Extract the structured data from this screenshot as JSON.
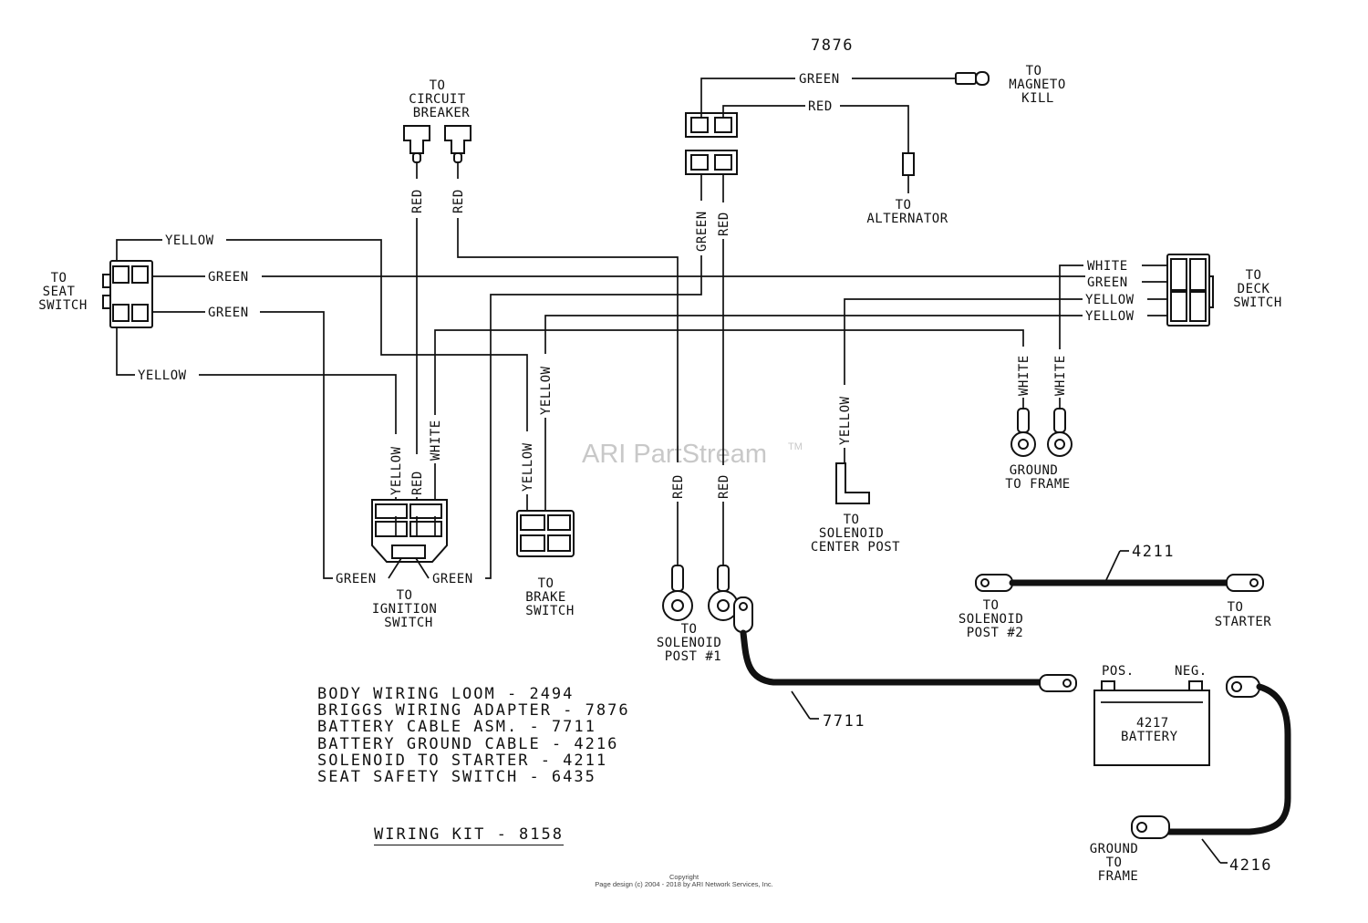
{
  "adapter_number": "7876",
  "wire_colors": {
    "green": "GREEN",
    "red": "RED",
    "yellow": "YELLOW",
    "white": "WHITE"
  },
  "destinations": {
    "magneto_kill": [
      "TO",
      "MAGNETO",
      "KILL"
    ],
    "circuit_breaker": [
      "TO",
      "CIRCUIT",
      "BREAKER"
    ],
    "alternator": [
      "TO",
      "ALTERNATOR"
    ],
    "seat_switch": [
      "TO",
      "SEAT",
      "SWITCH"
    ],
    "deck_switch": [
      "TO",
      "DECK",
      "SWITCH"
    ],
    "ground_to_frame": [
      "GROUND",
      "TO FRAME"
    ],
    "solenoid_center_post": [
      "TO",
      "SOLENOID",
      "CENTER POST"
    ],
    "ignition_switch": [
      "TO",
      "IGNITION",
      "SWITCH"
    ],
    "brake_switch": [
      "TO",
      "BRAKE",
      "SWITCH"
    ],
    "solenoid_post_1": [
      "TO",
      "SOLENOID",
      "POST #1"
    ],
    "solenoid_post_2": [
      "TO",
      "SOLENOID",
      "POST #2"
    ],
    "starter": [
      "TO",
      "STARTER"
    ],
    "battery_ground": [
      "GROUND",
      "TO",
      "FRAME"
    ]
  },
  "cables": {
    "battery_cable": "7711",
    "ground_cable": "4216",
    "solenoid_starter": "4211"
  },
  "battery": {
    "pos": "POS.",
    "neg": "NEG.",
    "number": "4217",
    "name": "BATTERY"
  },
  "parts_list": [
    "BODY WIRING LOOM - 2494",
    "BRIGGS WIRING ADAPTER - 7876",
    "BATTERY CABLE ASM. - 7711",
    "BATTERY GROUND CABLE - 4216",
    "SOLENOID TO STARTER - 4211",
    "SEAT SAFETY SWITCH - 6435"
  ],
  "kit_title": "WIRING KIT - 8158",
  "watermark": "ARI PartStream",
  "watermark_mark": "TM",
  "copyright": {
    "line1": "Copyright",
    "line2": "Page design (c) 2004 - 2018 by ARI Network Services, Inc."
  }
}
